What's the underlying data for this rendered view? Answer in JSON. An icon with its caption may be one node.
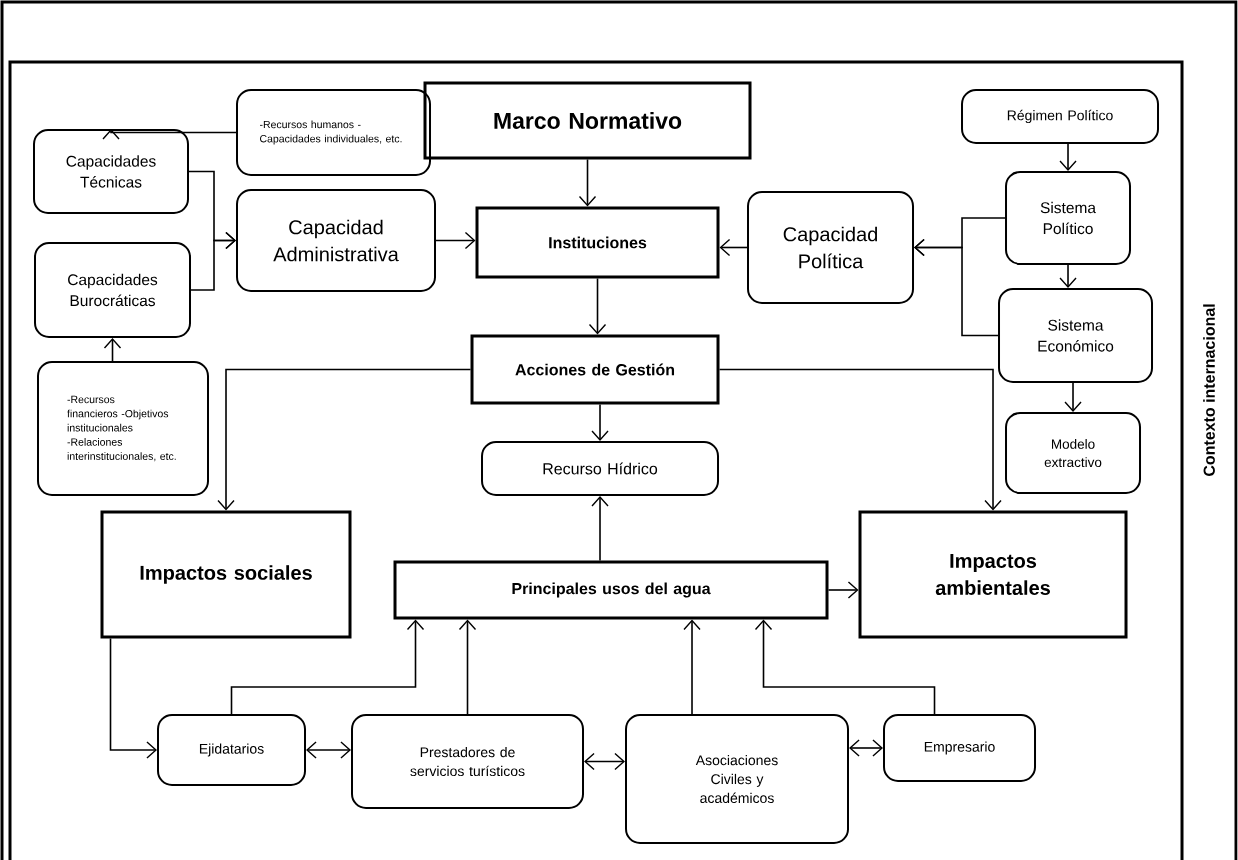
{
  "diagram": {
    "nodes": [
      {
        "text": [
          "-Recursos humanos -Capacidades individuales, etc."
        ]
      },
      {
        "text": [
          "Marco Normativo"
        ]
      },
      {
        "text": [
          "Régimen Político"
        ]
      },
      {
        "text": [
          "Capacidades Técnicas"
        ]
      },
      {
        "text": [
          "Capacidad Administrativa"
        ]
      },
      {
        "text": [
          "Instituciones"
        ]
      },
      {
        "text": [
          "Capacidad Política"
        ]
      },
      {
        "text": [
          "Sistema Político"
        ]
      },
      {
        "text": [
          "Capacidades Burocráticas"
        ]
      },
      {
        "text": [
          "-Recursos financieros -Objetivos institucionales -Relaciones interinstitucionales, etc."
        ]
      },
      {
        "text": [
          "Acciones de Gestión"
        ]
      },
      {
        "text": [
          "Sistema Económico"
        ]
      },
      {
        "text": [
          "Modelo extractivo"
        ]
      },
      {
        "text": [
          "Recurso Hídrico"
        ]
      },
      {
        "text": [
          "Impactos sociales"
        ]
      },
      {
        "text": [
          "Principales usos del agua"
        ]
      },
      {
        "text": [
          "Impactos ambientales"
        ]
      },
      {
        "text": [
          "Ejidatarios"
        ]
      },
      {
        "text": [
          "Prestadores de servicios turísticos"
        ]
      },
      {
        "text": [
          "Asociaciones Civiles y académicos"
        ]
      },
      {
        "text": [
          "Empresario"
        ]
      }
    ],
    "edges": [
      {
        "from": 0,
        "to": 3,
        "arrow": "to"
      },
      {
        "from": 3,
        "to": 4,
        "arrow": "to"
      },
      {
        "from": 8,
        "to": 4,
        "arrow": "to"
      },
      {
        "from": 4,
        "to": 5,
        "arrow": "to"
      },
      {
        "from": 1,
        "to": 5,
        "arrow": "to"
      },
      {
        "from": 6,
        "to": 5,
        "arrow": "to"
      },
      {
        "from": 7,
        "to": 6,
        "arrow": "to"
      },
      {
        "from": 11,
        "to": 6,
        "arrow": "to"
      },
      {
        "from": 2,
        "to": 7,
        "arrow": "to"
      },
      {
        "from": 7,
        "to": 11,
        "arrow": "to"
      },
      {
        "from": 11,
        "to": 12,
        "arrow": "to"
      },
      {
        "from": 9,
        "to": 8,
        "arrow": "to"
      },
      {
        "from": 5,
        "to": 10,
        "arrow": "to"
      },
      {
        "from": 10,
        "to": 13,
        "arrow": "to"
      },
      {
        "from": 10,
        "to": 14,
        "arrow": "to"
      },
      {
        "from": 10,
        "to": 16,
        "arrow": "to"
      },
      {
        "from": 15,
        "to": 13,
        "arrow": "to"
      },
      {
        "from": 15,
        "to": 16,
        "arrow": "to"
      },
      {
        "from": 14,
        "to": 17,
        "arrow": "to"
      },
      {
        "from": 17,
        "to": 18,
        "arrow": "both"
      },
      {
        "from": 18,
        "to": 19,
        "arrow": "both"
      },
      {
        "from": 19,
        "to": 20,
        "arrow": "both"
      },
      {
        "from": 17,
        "to": 15,
        "arrow": "to"
      },
      {
        "from": 18,
        "to": 15,
        "arrow": "to"
      },
      {
        "from": 19,
        "to": 15,
        "arrow": "to"
      },
      {
        "from": 20,
        "to": 15,
        "arrow": "to"
      }
    ],
    "labels": [
      "Contexto internacional"
    ]
  }
}
